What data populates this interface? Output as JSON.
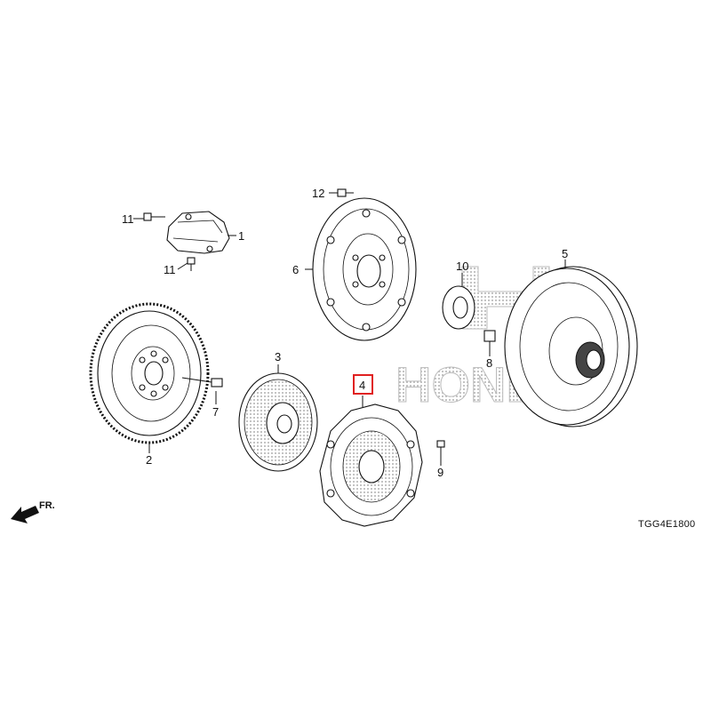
{
  "callouts": {
    "c1": "1",
    "c2": "2",
    "c3": "3",
    "c4": "4",
    "c5": "5",
    "c6": "6",
    "c7": "7",
    "c8": "8",
    "c9": "9",
    "c10": "10",
    "c11a": "11",
    "c11b": "11",
    "c12": "12"
  },
  "direction_label": "FR.",
  "diagram_code": "TGG4E1800",
  "watermark_text": "HONDA",
  "highlight_color": "#e02020"
}
